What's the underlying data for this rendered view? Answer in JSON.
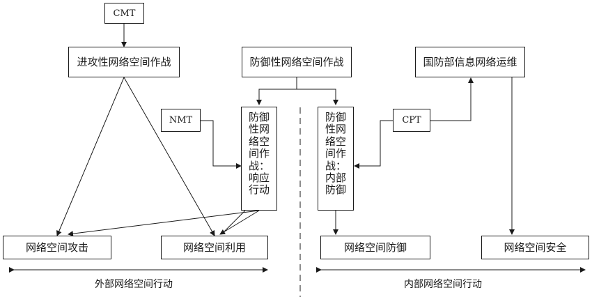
{
  "nodes": {
    "cmt": "CMT",
    "offensive_ops": "进攻性网络空间作战",
    "defensive_ops": "防御性网络空间作战",
    "dodin_ops": "国防部信息网络运维",
    "nmt": "NMT",
    "cpt": "CPT",
    "dco_response": "防御\n性网\n络空\n间作\n战：\n响应\n行动",
    "dco_internal": "防御\n性网\n络空\n间作\n战：\n内部\n防御",
    "cyber_attack": "网络空间攻击",
    "cyber_exploit": "网络空间利用",
    "cyber_defense": "网络空间防御",
    "cyber_security": "网络空间安全"
  },
  "scopes": {
    "external": "外部网络空间行动",
    "internal": "内部网络空间行动"
  }
}
